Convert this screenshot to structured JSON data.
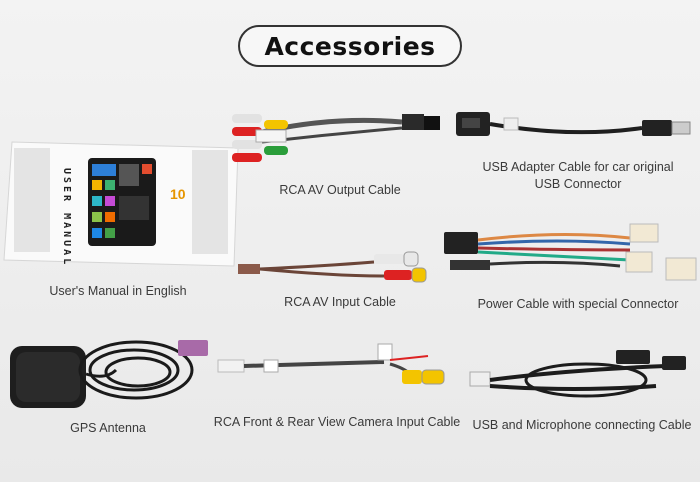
{
  "header": {
    "title": "Accessories"
  },
  "manual": {
    "cover_text": "USER MANUAL",
    "badge": "10",
    "caption": "User's Manual in English"
  },
  "items": {
    "rca_av_output": "RCA AV Output Cable",
    "usb_adapter": [
      "USB Adapter Cable for car original",
      "USB Connector"
    ],
    "rca_av_input": "RCA AV Input Cable",
    "power_cable": "Power Cable with special Connector",
    "gps_antenna": "GPS Antenna",
    "camera_input": "RCA Front & Rear View Camera Input Cable",
    "usb_mic": "USB and Microphone connecting Cable"
  }
}
